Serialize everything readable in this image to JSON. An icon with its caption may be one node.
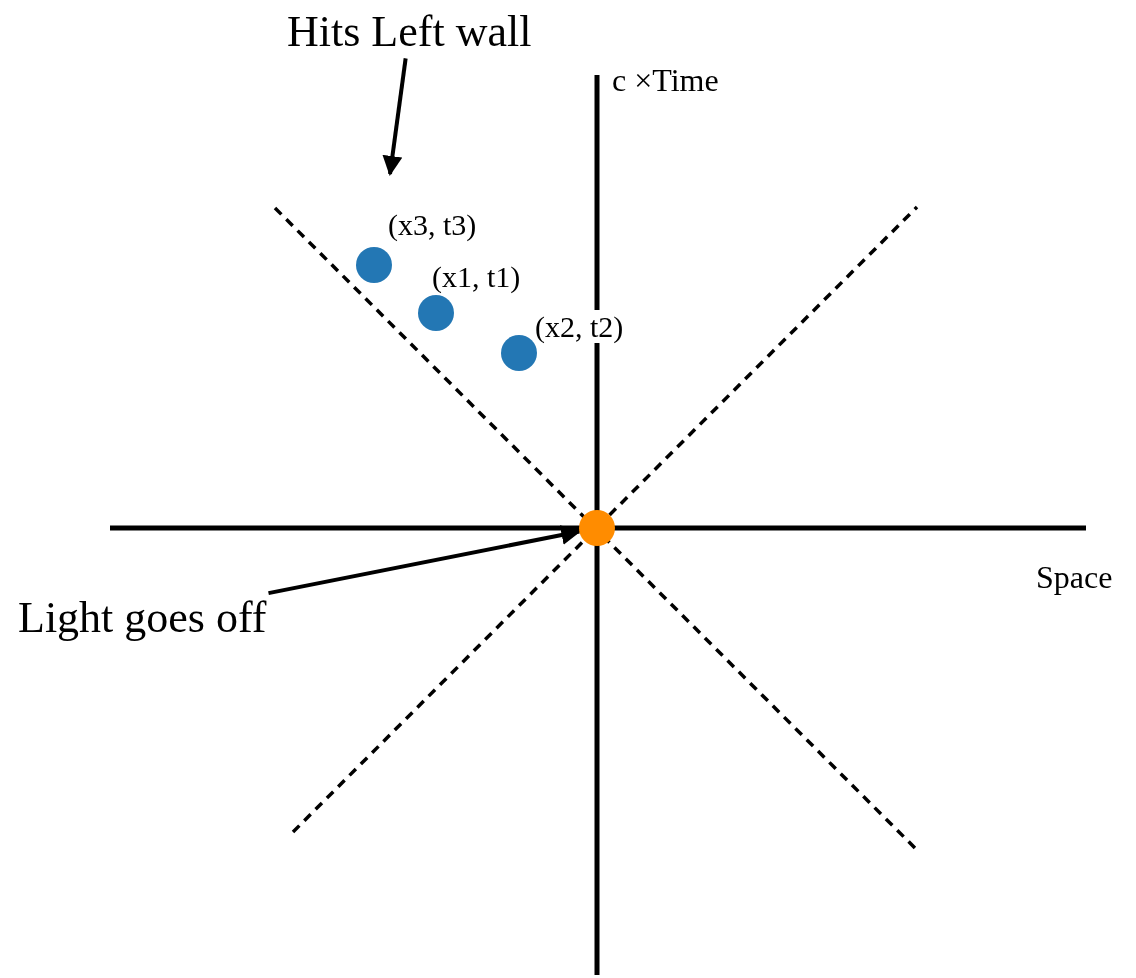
{
  "diagram": {
    "nodes": [
      {
        "text": [
          "Hits Left wall"
        ]
      },
      {
        "text": [],
        "shape": "circle",
        "beside": [
          "(x3, t3)"
        ]
      },
      {
        "text": [],
        "shape": "circle",
        "beside": [
          "(x1, t1)"
        ]
      },
      {
        "text": [],
        "shape": "circle",
        "beside": [
          "(x2, t2)"
        ]
      },
      {
        "text": [],
        "shape": "circle"
      },
      {
        "text": [
          "Light goes off"
        ]
      }
    ],
    "edges": [
      {
        "from": 0,
        "to": null,
        "arrow": "to"
      },
      {
        "from": 5,
        "to": 4,
        "arrow": "to"
      }
    ],
    "labels": [
      "c ×Time",
      "Space"
    ]
  }
}
